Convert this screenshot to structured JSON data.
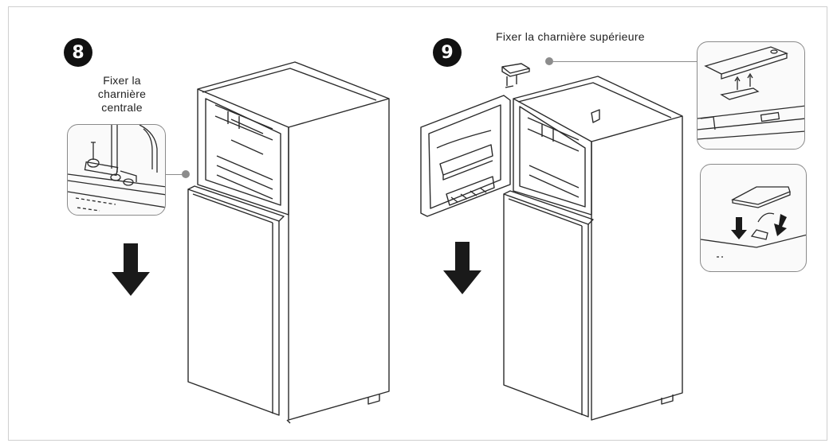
{
  "step8": {
    "number": "8",
    "caption_lines": [
      "Fixer la",
      "charnière",
      "centrale"
    ]
  },
  "step9": {
    "number": "9",
    "caption": "Fixer la charnière supérieure"
  },
  "colors": {
    "outline": "#2b2b2b",
    "badge": "#111111",
    "marker": "#8c8c8c",
    "frame": "#cfcfcf"
  },
  "icons": [
    "down-arrow-icon",
    "down-arrow-icon",
    "screw-icon",
    "hinge-icon"
  ]
}
